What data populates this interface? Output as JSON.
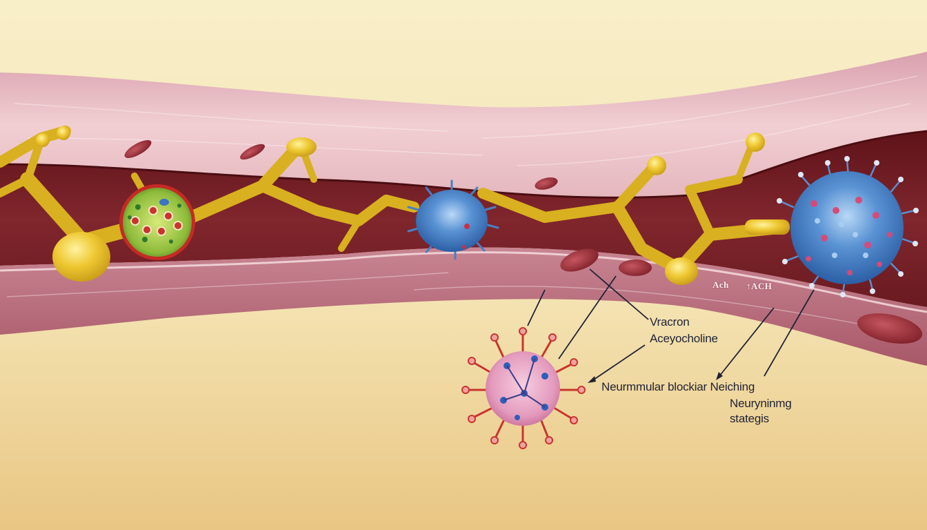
{
  "diagram": {
    "subject": "Nerve fibers interacting with pathogen-like cells inside a vessel/muscle channel",
    "colors": {
      "background_top": "#f8eec8",
      "background_bottom": "#e9c683",
      "tissue_upper": "#e6b3bd",
      "tissue_lower": "#b86a7a",
      "lumen": "#7a1f26",
      "nerve": "#e8c12c",
      "green_cell": "#8fbf3c",
      "blue_cell": "#4f86c9",
      "pink_cell": "#e9a6c4",
      "spike_red": "#c8352f",
      "label_text": "#1f2235"
    }
  },
  "labels": {
    "vracron": "Vracron",
    "acetylcholine": "Aceyocholine",
    "neuromuscular_blocker": "Neurmmular blockiar Neiching",
    "strategy_line1": "Neuryninmg",
    "strategy_line2": "stategis",
    "ach_small": "Ach",
    "ach_up": "↑ACH"
  },
  "elements": {
    "green_cell": "Green infected cell with red dots",
    "blue_cell_middle": "Blue spiked cell in lumen",
    "blue_cell_right": "Large blue spiked cell at nerve terminal",
    "pink_cell": "Pink virus-like particle with red spikes",
    "red_bodies": [
      "mitochondrion-1",
      "mitochondrion-2",
      "mitochondrion-3",
      "mitochondrion-4",
      "mitochondrion-5",
      "mitochondrion-6"
    ]
  }
}
